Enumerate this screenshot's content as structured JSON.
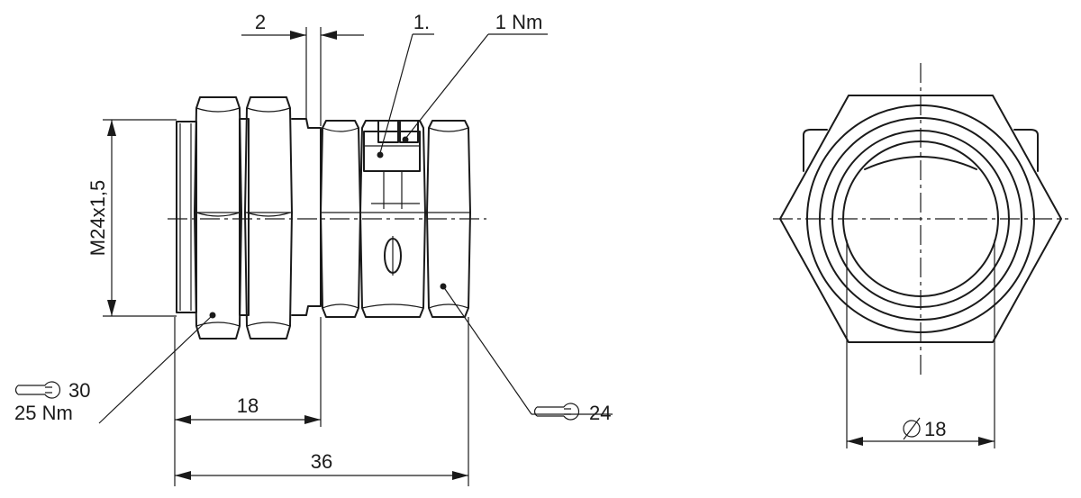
{
  "dimensions": {
    "gap": "2",
    "step_label": "1.",
    "torque_small": "1 Nm",
    "thread": "M24x1,5",
    "wrench_large_size": "30",
    "wrench_large_torque": "25 Nm",
    "wrench_small_size": "24",
    "length_18": "18",
    "length_36": "36",
    "diameter": "18"
  }
}
